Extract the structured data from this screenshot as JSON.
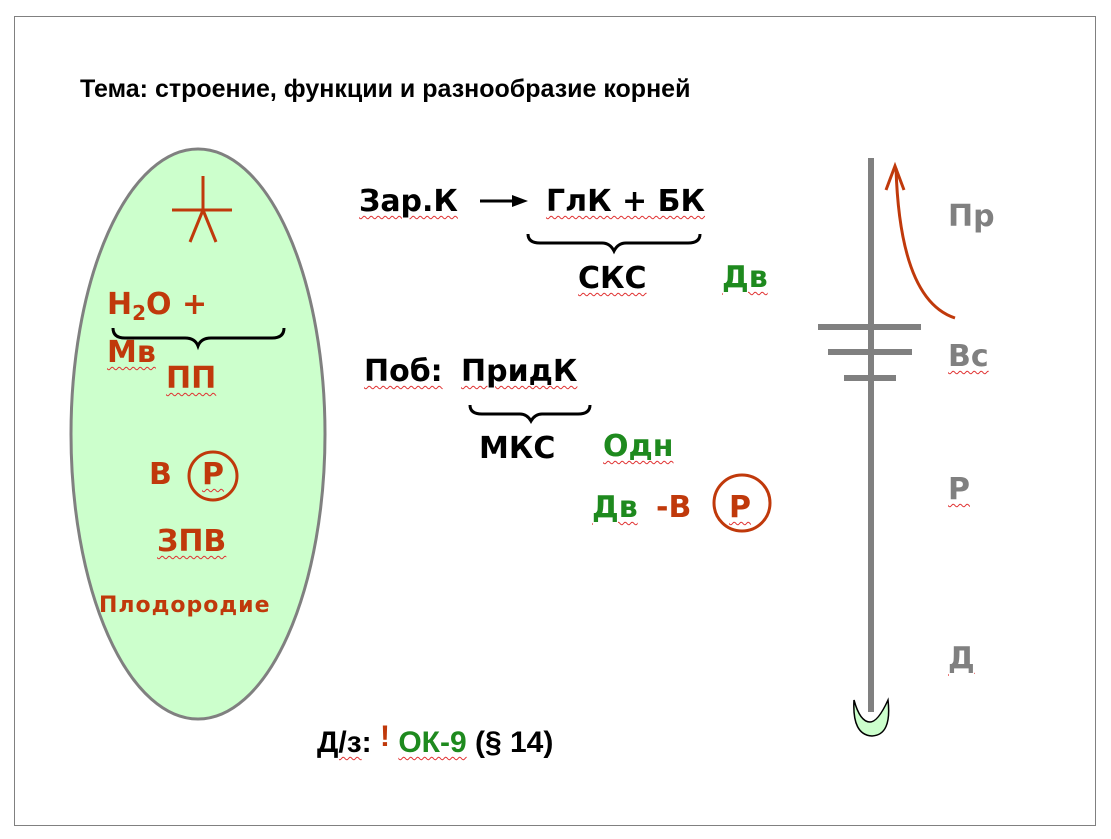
{
  "colors": {
    "text": "#000000",
    "accent_red": "#c0390b",
    "accent_green": "#1e8a1e",
    "gray": "#808080",
    "oval_fill": "#ccffcc",
    "oval_stroke": "#808080"
  },
  "title": "Тема: строение, функции и разнообразие корней",
  "oval": {
    "formula_h": "Н",
    "formula_sub": "2",
    "formula_rest": "О +",
    "mv": "Мв",
    "pp": "ПП",
    "v": "В",
    "r_circled": "Р",
    "zpv": "ЗПВ",
    "plodorodie": "Плодородие"
  },
  "center": {
    "zark": "Зар.К",
    "glk_bk": "ГлК + БК",
    "sks": "СКС",
    "dv1": "Дв",
    "pob": "Поб:",
    "pridk": "ПридК",
    "mks": "МКС",
    "odn": "Одн",
    "dv2": "Дв",
    "dash_v": "-В",
    "r_circled": "Р"
  },
  "right_labels": [
    "Пр",
    "Вс",
    "Р",
    "Д"
  ],
  "homework": {
    "label": "Д/з",
    "colon": ":",
    "exclaim": "!",
    "ok": "ОК-9",
    "paragraph": "(§ 14)"
  }
}
